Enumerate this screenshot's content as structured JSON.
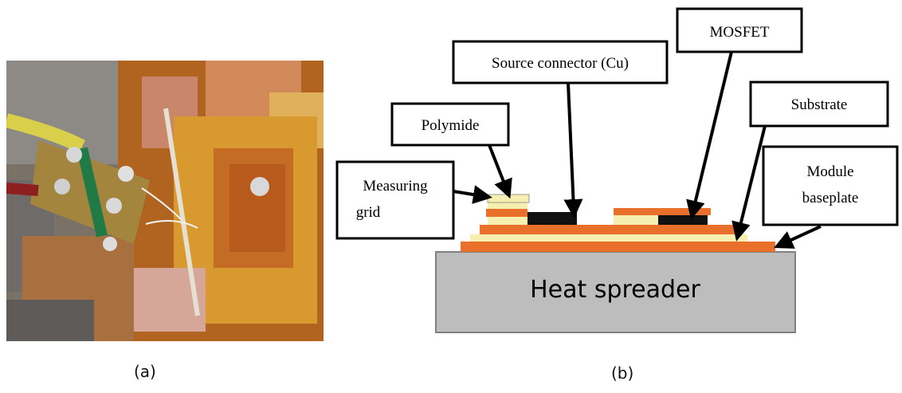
{
  "panel_a": {
    "caption": "(a)"
  },
  "panel_b": {
    "caption": "(b)",
    "labels": {
      "mosfet": "MOSFET",
      "source_connector": "Source connector (Cu)",
      "substrate": "Substrate",
      "polymide": "Polymide",
      "measuring_grid_line1": "Measuring",
      "measuring_grid_line2": "grid",
      "module_baseplate_line1": "Module",
      "module_baseplate_line2": "baseplate",
      "heat_spreader": "Heat spreader"
    },
    "colors": {
      "orange_layer": "#e8702a",
      "cream_layer": "#f7efb0",
      "mosfet_die": "#111111",
      "heat_spreader": "#bdbdbd"
    }
  }
}
